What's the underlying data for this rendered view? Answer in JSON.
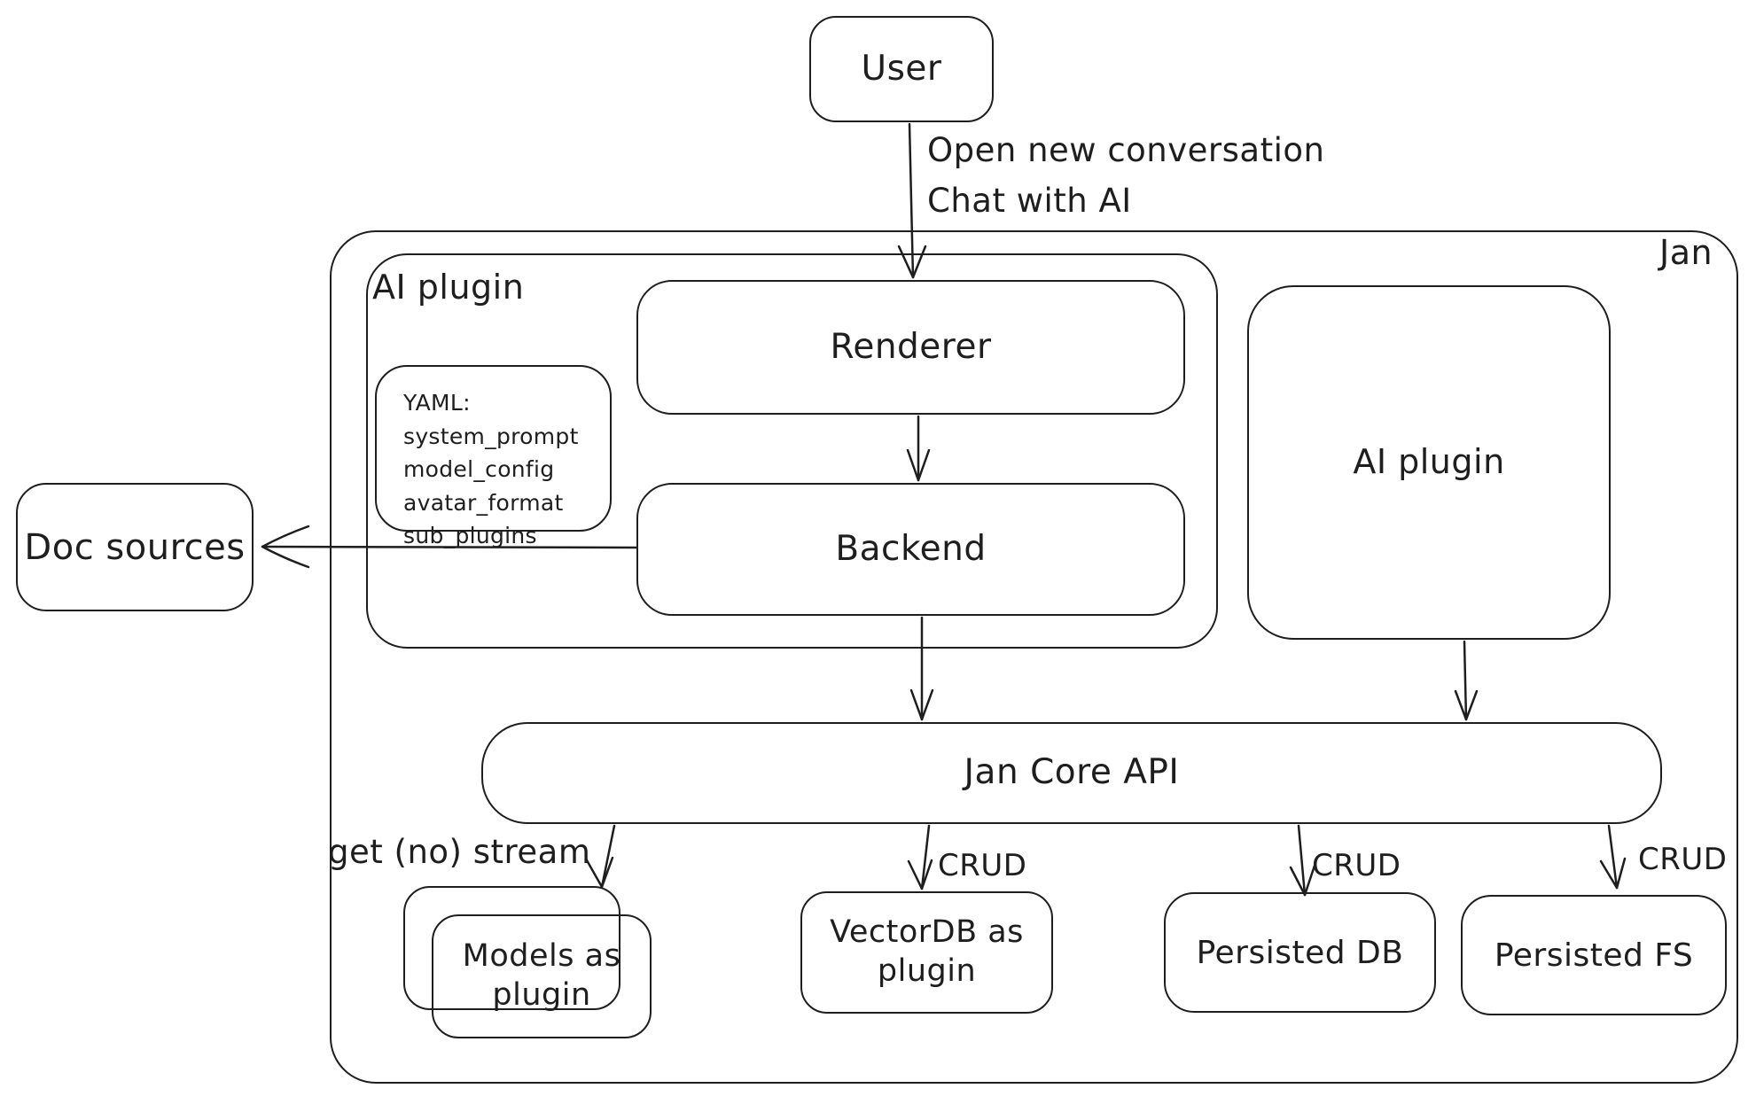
{
  "colors": {
    "stroke": "#1e1e1e",
    "background": "#ffffff"
  },
  "outer": {
    "label": "Jan"
  },
  "nodes": {
    "user": {
      "label": "User"
    },
    "ai_plugin_container": {
      "label": "AI plugin"
    },
    "renderer": {
      "label": "Renderer"
    },
    "backend": {
      "label": "Backend"
    },
    "yaml_note": {
      "lines": [
        "YAML:",
        "system_prompt",
        "model_config",
        "avatar_format",
        "sub_plugins"
      ]
    },
    "doc_sources": {
      "label": "Doc sources"
    },
    "ai_plugin_right": {
      "label": "AI plugin"
    },
    "jan_core_api": {
      "label": "Jan Core API"
    },
    "models_as_plugin": {
      "label": "Models as plugin"
    },
    "vectordb_as_plugin": {
      "label": "VectorDB as plugin"
    },
    "persisted_db": {
      "label": "Persisted DB"
    },
    "persisted_fs": {
      "label": "Persisted FS"
    }
  },
  "edges": {
    "user_to_renderer": {
      "label_line1": "Open new conversation",
      "label_line2": "Chat with AI"
    },
    "core_to_models": {
      "label": "get (no) stream"
    },
    "core_to_vectordb": {
      "label": "CRUD"
    },
    "core_to_persisted_db": {
      "label": "CRUD"
    },
    "core_to_persisted_fs": {
      "label": "CRUD"
    }
  }
}
